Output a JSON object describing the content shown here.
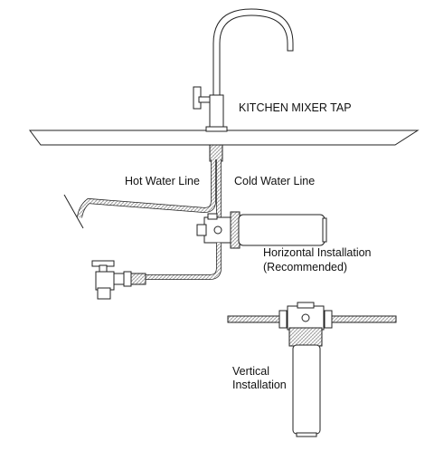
{
  "labels": {
    "tap": "KITCHEN MIXER TAP",
    "hot": "Hot Water Line",
    "cold": "Cold Water Line",
    "horizontal_1": "Horizontal Installation",
    "horizontal_2": "(Recommended)",
    "vertical_1": "Vertical",
    "vertical_2": "Installation"
  },
  "colors": {
    "line": "#222222",
    "braid": "#888888",
    "background": "#ffffff"
  }
}
